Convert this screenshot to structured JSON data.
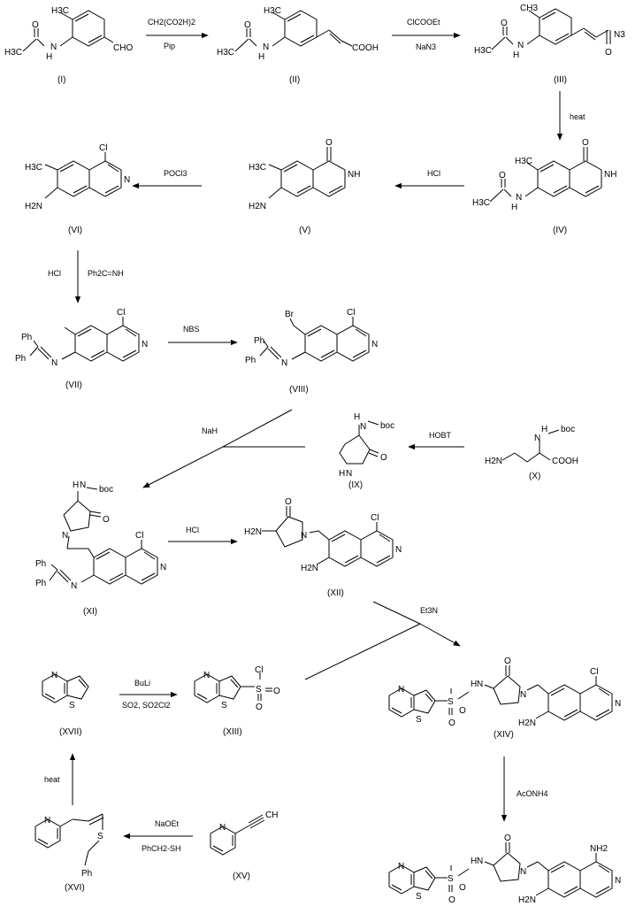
{
  "title": "Synthesis scheme",
  "compounds": {
    "I": {
      "label": "(I)",
      "atoms": {
        "me": "H3C",
        "ac": "H3C",
        "o": "O",
        "nh": "H",
        "n": "N",
        "cho": "CHO"
      }
    },
    "II": {
      "label": "(II)",
      "atoms": {
        "me": "H3C",
        "ac": "H3C",
        "o": "O",
        "nh": "H",
        "n": "N",
        "acid": "COOH"
      }
    },
    "III": {
      "label": "(III)",
      "atoms": {
        "me": "CH3",
        "ac": "H3C",
        "o": "O",
        "nh": "H",
        "n": "N",
        "o2": "O",
        "az": "N3"
      }
    },
    "IV": {
      "label": "(IV)",
      "atoms": {
        "me": "H3C",
        "ac": "H3C",
        "o": "O",
        "nh": "H",
        "n": "N",
        "o2": "O",
        "nh2": "NH"
      }
    },
    "V": {
      "label": "(V)",
      "atoms": {
        "me": "H3C",
        "am": "H2N",
        "o2": "O",
        "nh2": "NH"
      }
    },
    "VI": {
      "label": "(VI)",
      "atoms": {
        "me": "H3C",
        "am": "H2N",
        "cl": "Cl",
        "n": "N"
      }
    },
    "VII": {
      "label": "(VII)",
      "atoms": {
        "ph1": "Ph",
        "ph2": "Ph",
        "n1": "N",
        "cl": "Cl",
        "n": "N"
      }
    },
    "VIII": {
      "label": "(VIII)",
      "atoms": {
        "br": "Br",
        "ph1": "Ph",
        "ph2": "Ph",
        "n1": "N",
        "cl": "Cl",
        "n": "N"
      }
    },
    "IX": {
      "label": "(IX)",
      "atoms": {
        "nh": "H",
        "n": "N",
        "boc": "boc",
        "o": "O",
        "ring_n": "N",
        "ring_h": "H"
      }
    },
    "X": {
      "label": "(X)",
      "atoms": {
        "nh": "H",
        "n": "N",
        "boc": "boc",
        "h2n": "H2N",
        "acid": "COOH"
      }
    },
    "XI": {
      "label": "(XI)",
      "atoms": {
        "nh": "H",
        "n": "N",
        "boc": "boc",
        "o": "O",
        "ring_n": "N",
        "cl": "Cl",
        "n2": "N",
        "ph1": "Ph",
        "ph2": "Ph",
        "n3": "N"
      }
    },
    "XII": {
      "label": "(XII)",
      "atoms": {
        "h2n": "H2N",
        "o": "O",
        "ring_n": "N",
        "cl": "Cl",
        "n2": "N",
        "nh2": "H2N"
      }
    },
    "XIII": {
      "label": "(XIII)",
      "atoms": {
        "n": "N",
        "s": "S",
        "s2": "S",
        "cl": "Cl",
        "o1": "O",
        "o2": "O"
      }
    },
    "XIV": {
      "label": "(XIV)",
      "atoms": {
        "n": "N",
        "s": "S",
        "s2": "S",
        "o1": "O",
        "o2": "O",
        "h": "H",
        "nh": "N",
        "o": "O",
        "ring_n": "N",
        "cl": "Cl",
        "n2": "N",
        "h2n": "H2N"
      }
    },
    "XV": {
      "label": "(XV)",
      "atoms": {
        "n": "N",
        "ch": "CH"
      }
    },
    "XVI": {
      "label": "(XVI)",
      "atoms": {
        "n": "N",
        "s": "S",
        "ph": "Ph"
      }
    },
    "XVII": {
      "label": "(XVII)",
      "atoms": {
        "n": "N",
        "s": "S"
      }
    },
    "final": {
      "label": "",
      "atoms": {
        "n": "N",
        "s": "S",
        "s2": "S",
        "o1": "O",
        "o2": "O",
        "h": "H",
        "nh": "N",
        "o": "O",
        "ring_n": "N",
        "nh2": "NH2",
        "n2": "N",
        "h2n": "H2N"
      }
    }
  },
  "reagents": {
    "r1_top": "CH2(CO2H)2",
    "r1_bot": "Pip",
    "r2_top": "ClCOOEt",
    "r2_bot": "NaN3",
    "r3": "heat",
    "r4": "HCl",
    "r5": "POCl3",
    "r6_left": "HCl",
    "r6_right": "Ph2C=NH",
    "r7": "NBS",
    "r8": "NaH",
    "r9": "HOBT",
    "r10": "HCl",
    "r11": "Et3N",
    "r12_top": "BuLi",
    "r12_bot": "SO2, SO2Cl2",
    "r13": "AcONH4",
    "r14": "heat",
    "r15_top": "NaOEt",
    "r15_bot": "PhCH2-SH"
  }
}
